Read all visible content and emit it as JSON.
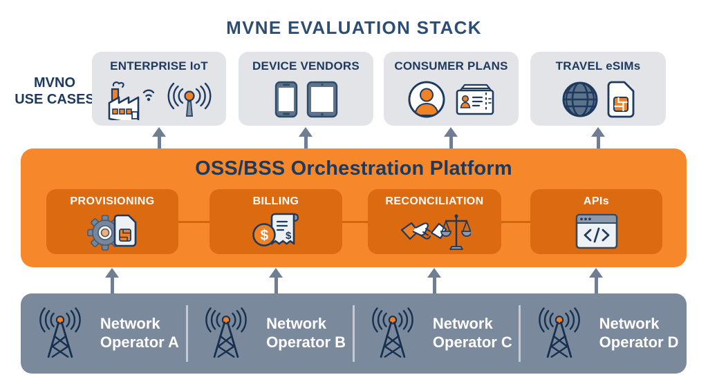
{
  "page": {
    "title": "MVNE EVALUATION STACK"
  },
  "side_label": {
    "line1": "MVNO",
    "line2": "USE CASES"
  },
  "use_cases": [
    {
      "label": "ENTERPRISE IoT",
      "icons": [
        "factory-icon",
        "wifi-icon",
        "antenna-icon"
      ]
    },
    {
      "label": "DEVICE VENDORS",
      "icons": [
        "smartphone-icon",
        "tablet-icon"
      ]
    },
    {
      "label": "CONSUMER PLANS",
      "icons": [
        "avatar-icon",
        "id-card-icon"
      ]
    },
    {
      "label": "TRAVEL eSIMs",
      "icons": [
        "globe-icon",
        "sim-card-icon"
      ]
    }
  ],
  "platform": {
    "title": "OSS/BSS Orchestration Platform",
    "modules": [
      {
        "label": "PROVISIONING",
        "icon": "gear-sim-icon"
      },
      {
        "label": "BILLING",
        "icon": "coin-receipt-icon"
      },
      {
        "label": "RECONCILIATION",
        "icon": "handshake-scale-icon"
      },
      {
        "label": "APIs",
        "icon": "code-window-icon"
      }
    ]
  },
  "operators": [
    {
      "line1": "Network",
      "line2": "Operator A",
      "icon": "radio-tower-icon"
    },
    {
      "line1": "Network",
      "line2": "Operator B",
      "icon": "radio-tower-icon"
    },
    {
      "line1": "Network",
      "line2": "Operator C",
      "icon": "radio-tower-icon"
    },
    {
      "line1": "Network",
      "line2": "Operator D",
      "icon": "radio-tower-icon"
    }
  ],
  "colors": {
    "platform_orange": "#f6872b",
    "module_orange": "#db6a10",
    "accent_orange": "#f08124",
    "navy_text": "#1d3a5e",
    "title_navy": "#2e4d73",
    "usecase_gray": "#e2e4e8",
    "operator_gray": "#7b899c",
    "arrow_gray": "#6f7e92",
    "divider_gray": "#c3ccd6"
  }
}
